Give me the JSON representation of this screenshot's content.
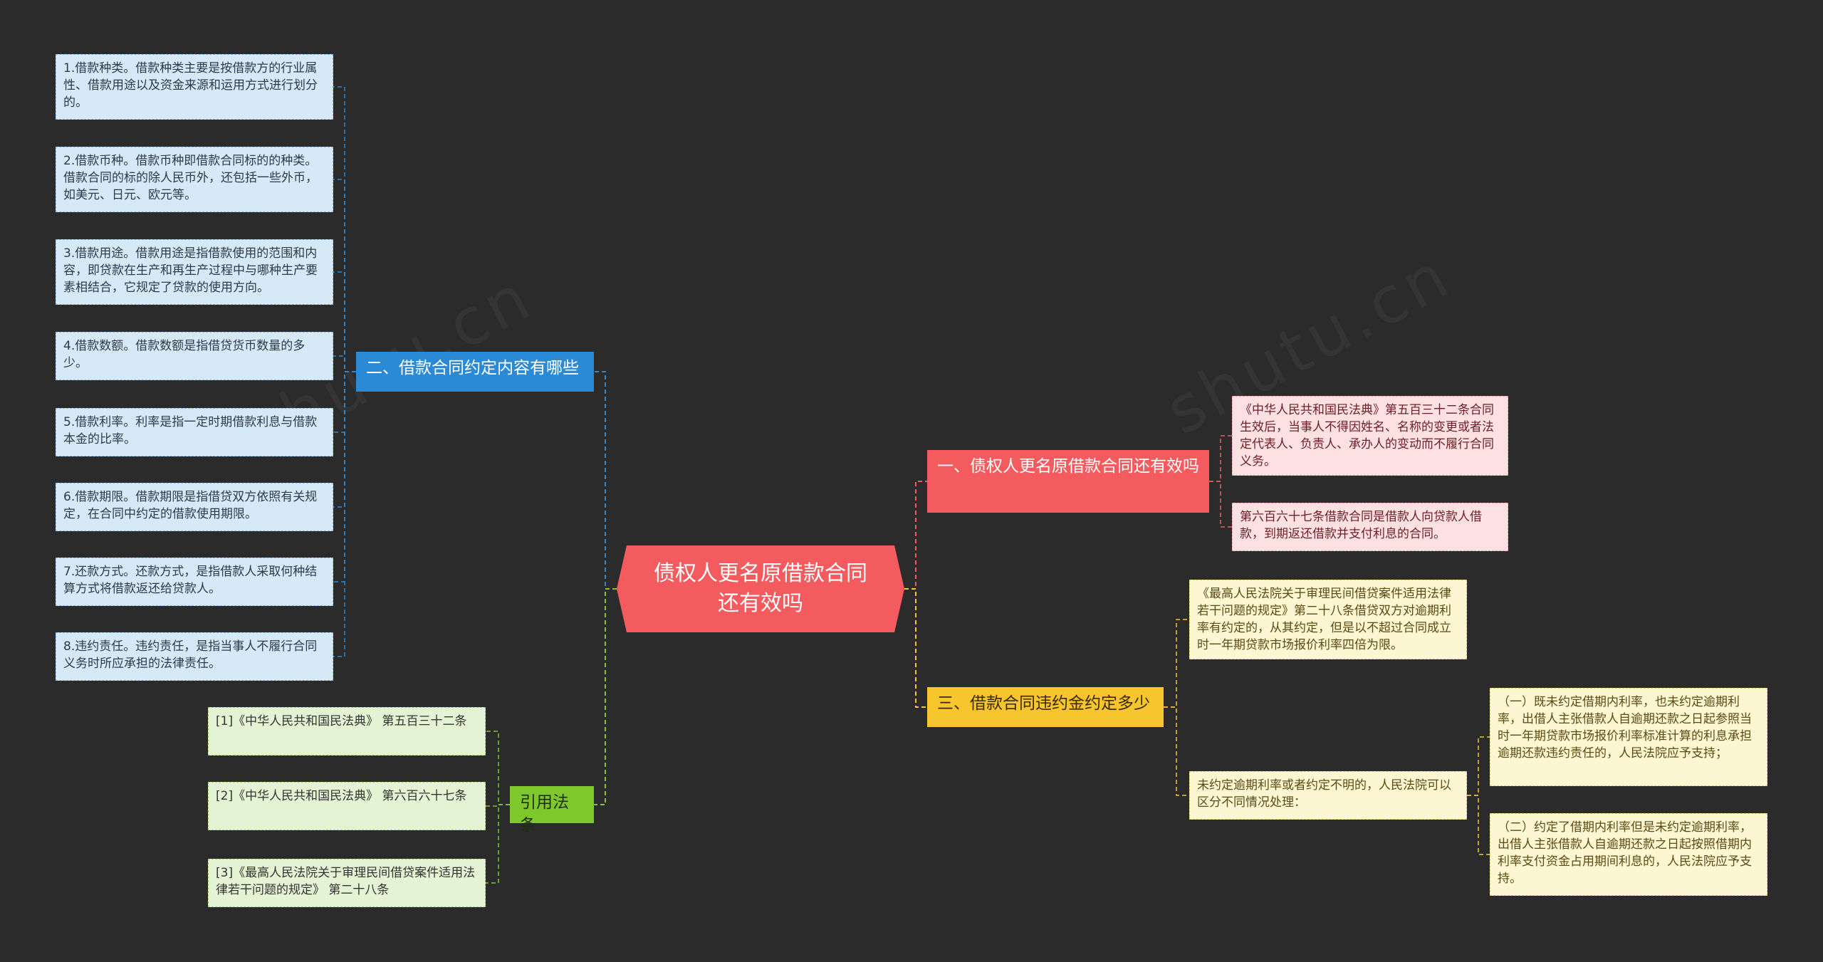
{
  "root": {
    "title": "债权人更名原借款合同还有效吗"
  },
  "branches": {
    "contents": {
      "label": "二、借款合同约定内容有哪些",
      "items": [
        "1.借款种类。借款种类主要是按借款方的行业属性、借款用途以及资金来源和运用方式进行划分的。",
        "2.借款币种。借款币种即借款合同标的的种类。借款合同的标的除人民币外，还包括一些外币，如美元、日元、欧元等。",
        "3.借款用途。借款用途是指借款使用的范围和内容，即贷款在生产和再生产过程中与哪种生产要素相结合，它规定了贷款的使用方向。",
        "4.借款数额。借款数额是指借贷货币数量的多少。",
        "5.借款利率。利率是指一定时期借款利息与借款本金的比率。",
        "6.借款期限。借款期限是指借贷双方依照有关规定，在合同中约定的借款使用期限。",
        "7.还款方式。还款方式，是指借款人采取何种结算方式将借款返还给贷款人。",
        "8.违约责任。违约责任，是指当事人不履行合同义务时所应承担的法律责任。"
      ]
    },
    "citations": {
      "label": "引用法条",
      "items": [
        "[1]《中华人民共和国民法典》 第五百三十二条",
        "[2]《中华人民共和国民法典》 第六百六十七条",
        "[3]《最高人民法院关于审理民间借贷案件适用法律若干问题的规定》 第二十八条"
      ]
    },
    "validity": {
      "label": "一、债权人更名原借款合同还有效吗",
      "items": [
        "《中华人民共和国民法典》第五百三十二条合同生效后，当事人不得因姓名、名称的变更或者法定代表人、负责人、承办人的变动而不履行合同义务。",
        "第六百六十七条借款合同是借款人向贷款人借款，到期返还借款并支付利息的合同。"
      ]
    },
    "penalty": {
      "label": "三、借款合同违约金约定多少",
      "items": [
        "《最高人民法院关于审理民间借贷案件适用法律若干问题的规定》第二十八条借贷双方对逾期利率有约定的，从其约定，但是以不超过合同成立时一年期贷款市场报价利率四倍为限。",
        "未约定逾期利率或者约定不明的，人民法院可以区分不同情况处理："
      ],
      "subitems": [
        "（一）既未约定借期内利率，也未约定逾期利率，出借人主张借款人自逾期还款之日起参照当时一年期贷款市场报价利率标准计算的利息承担逾期还款违约责任的，人民法院应予支持；",
        "（二）约定了借期内利率但是未约定逾期利率，出借人主张借款人自逾期还款之日起按照借期内利率支付资金占用期间利息的，人民法院应予支持。"
      ]
    }
  },
  "colors": {
    "background": "#2b2b2b",
    "root": "#f35b5f",
    "blue": "#2b8ad6",
    "green": "#7ec82b",
    "red": "#f35b5f",
    "yellow": "#f7c52e"
  }
}
